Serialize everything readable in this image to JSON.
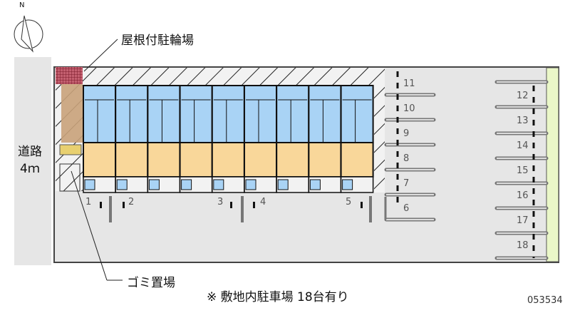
{
  "labels": {
    "bike_parking": "屋根付駐輪場",
    "road": "道路",
    "road_width": "4ｍ",
    "garbage": "ゴミ置場",
    "note": "※ 敷地内駐車場 18台有り",
    "code": "053534",
    "north": "N"
  },
  "parking_spaces": [
    "1",
    "2",
    "3",
    "4",
    "5",
    "6",
    "7",
    "8",
    "9",
    "10",
    "11",
    "12",
    "13",
    "14",
    "15",
    "16",
    "17",
    "18"
  ],
  "colors": {
    "lot": "#e6e6e6",
    "room_blue": "#a9d3f5",
    "room_orange": "#f9d79a",
    "bike": "#c9a27a",
    "roof": "#b0404a",
    "green": "#eaf7c8"
  }
}
